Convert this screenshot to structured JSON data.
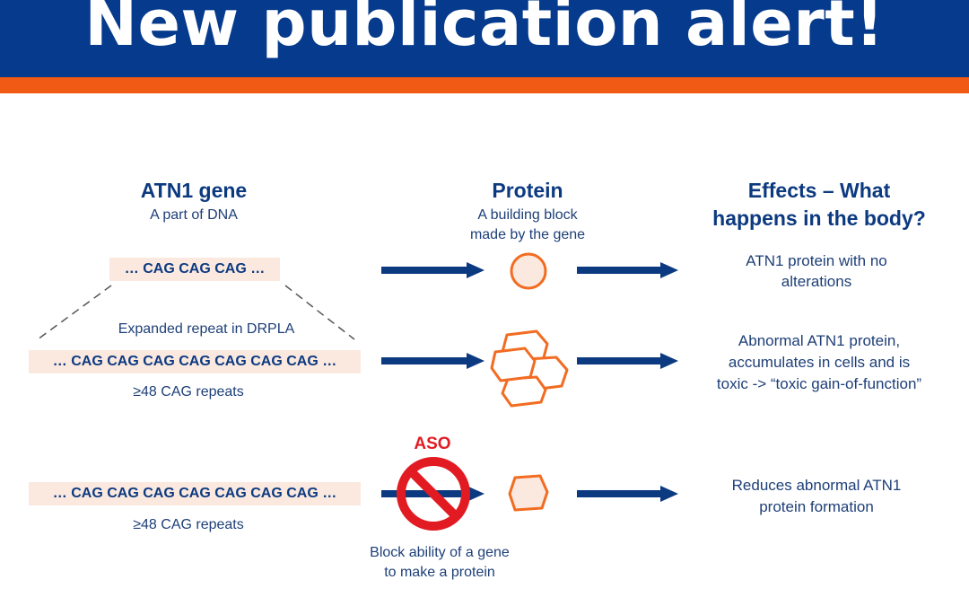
{
  "header": {
    "title": "New publication alert!",
    "colors": {
      "band": "#053a8c",
      "stripe": "#f05a14"
    }
  },
  "columns": {
    "gene": {
      "title": "ATN1 gene",
      "subtitle": "A part of DNA"
    },
    "protein": {
      "title": "Protein",
      "subtitle_line1": "A building block",
      "subtitle_line2": "made by the gene"
    },
    "effects": {
      "title_line1": "Effects – What",
      "title_line2": "happens in the body?"
    }
  },
  "rows": {
    "normal": {
      "sequence": "… CAG CAG CAG …",
      "effect_line1": "ATN1 protein with no",
      "effect_line2": "alterations"
    },
    "expanded": {
      "expansion_label": "Expanded repeat in DRPLA",
      "sequence": "… CAG CAG CAG CAG CAG CAG CAG …",
      "repeat_note": "≥48 CAG repeats",
      "effect_line1": "Abnormal ATN1 protein,",
      "effect_line2": "accumulates in cells and is",
      "effect_line3": "toxic -> “toxic gain-of-function”"
    },
    "aso": {
      "aso_label": "ASO",
      "sequence": "… CAG CAG CAG CAG CAG CAG CAG …",
      "repeat_note": "≥48 CAG repeats",
      "block_line1": "Block ability of a gene",
      "block_line2": "to make a protein",
      "effect_line1": "Reduces abnormal ATN1",
      "effect_line2": "protein formation"
    }
  },
  "icons": {
    "arrow": "arrow-right-icon",
    "protein": "protein-circle-icon",
    "aggregate": "protein-aggregate-icon",
    "hexagon": "protein-hexagon-icon",
    "prohibit": "prohibit-icon"
  },
  "colors": {
    "arrow": "#0c3a80",
    "protein": "#f26c22",
    "prohibit": "#e21b23",
    "sequence_bg": "#fbe9e0"
  }
}
